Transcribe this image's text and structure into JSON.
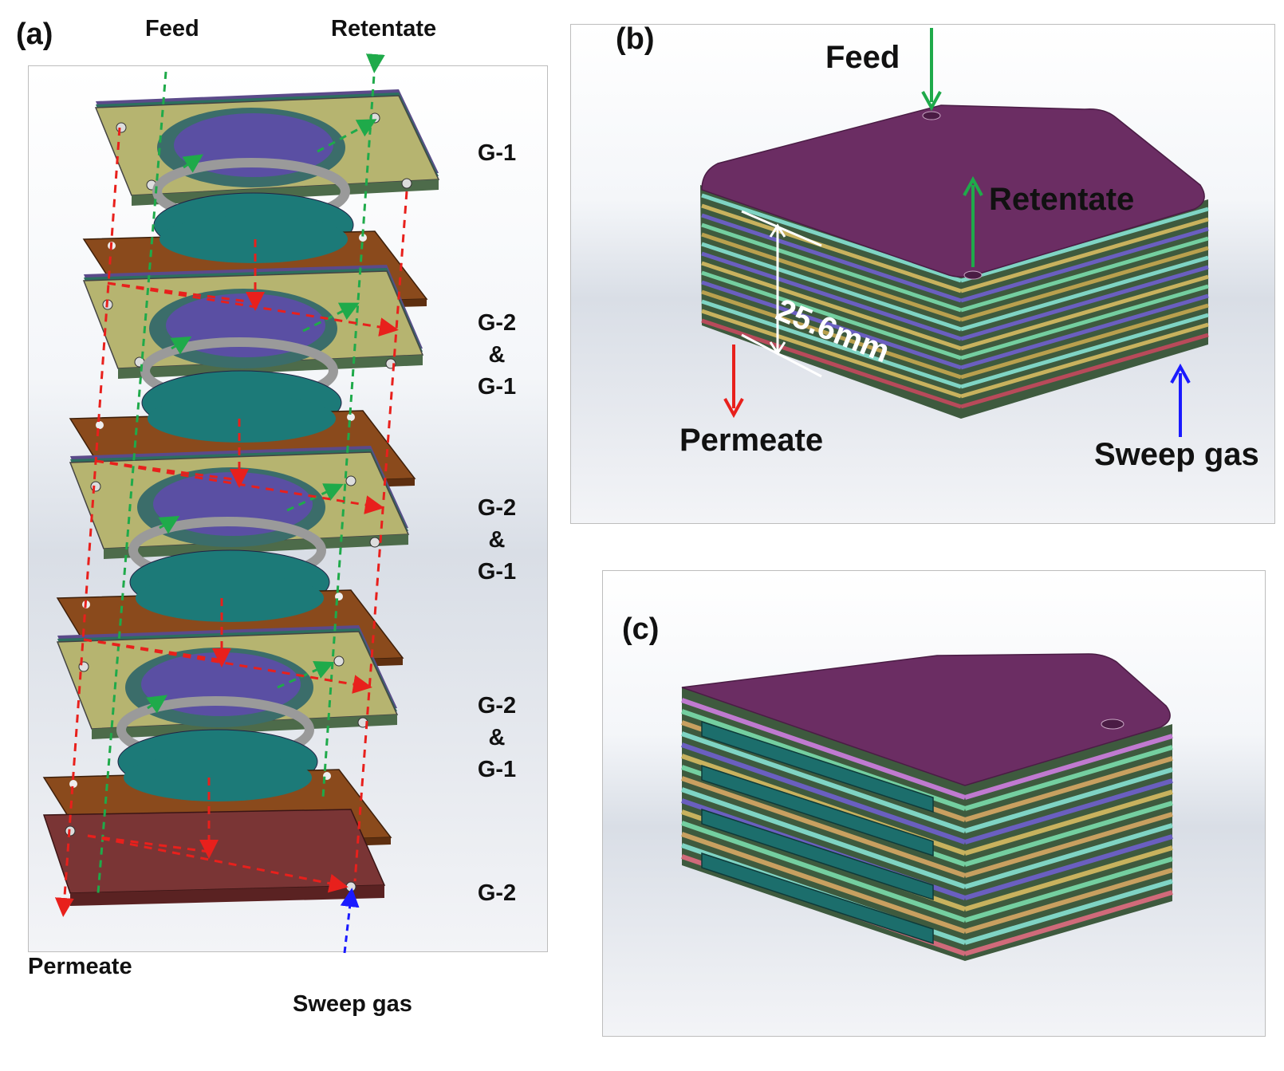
{
  "panel_a": {
    "tag": "(a)",
    "feed": "Feed",
    "retentate": "Retentate",
    "permeate": "Permeate",
    "sweep_gas": "Sweep gas",
    "group_labels": [
      [
        "G-1"
      ],
      [
        "G-2",
        "&",
        "G-1"
      ],
      [
        "G-2",
        "&",
        "G-1"
      ],
      [
        "G-2",
        "&",
        "G-1"
      ],
      [
        "G-2"
      ]
    ]
  },
  "panel_b": {
    "tag": "(b)",
    "feed": "Feed",
    "retentate": "Retentate",
    "permeate": "Permeate",
    "sweep_gas": "Sweep gas",
    "height_dimension": "25.6mm"
  },
  "panel_c": {
    "tag": "(c)"
  },
  "colors": {
    "feed_arrow": "#1faa4a",
    "permeate_arrow": "#e8201c",
    "sweep_arrow": "#1a1aff",
    "top_plate": "#6b2d63",
    "olive_plate": "#b6b470",
    "brown_gasket": "#8a4a1c",
    "membrane_blue": "#5a4fa3",
    "membrane_teal": "#1c7a78",
    "bottom_plate": "#8a3a3a"
  }
}
